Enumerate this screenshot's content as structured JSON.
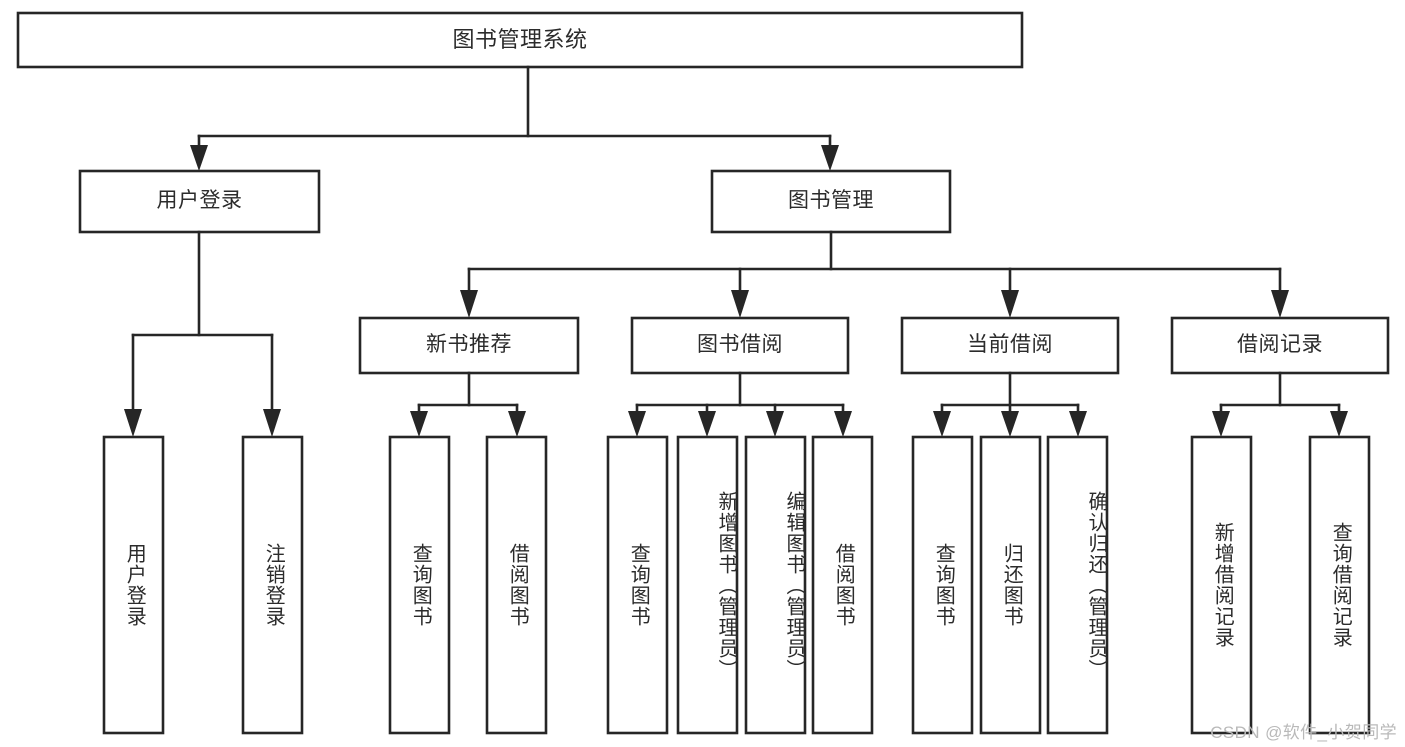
{
  "diagram": {
    "type": "tree",
    "title": "图书管理系统",
    "watermark": "CSDN @软件_小贺同学",
    "colors": {
      "stroke": "#262626",
      "fill": "#ffffff",
      "text": "#2b2b2b",
      "watermark": "#b9b9b9"
    },
    "levels": {
      "root": {
        "label": "图书管理系统"
      },
      "level2": [
        {
          "label": "用户登录"
        },
        {
          "label": "图书管理"
        }
      ],
      "level3": [
        {
          "label": "新书推荐"
        },
        {
          "label": "图书借阅"
        },
        {
          "label": "当前借阅"
        },
        {
          "label": "借阅记录"
        }
      ],
      "leaves": {
        "user_login": [
          {
            "label": "用户登录"
          },
          {
            "label": "注销登录"
          }
        ],
        "new_book": [
          {
            "label": "查询图书"
          },
          {
            "label": "借阅图书"
          }
        ],
        "book_borrow": [
          {
            "label": "查询图书"
          },
          {
            "label": "新增图书（管理员）"
          },
          {
            "label": "编辑图书（管理员）"
          },
          {
            "label": "借阅图书"
          }
        ],
        "current_borrow": [
          {
            "label": "查询图书"
          },
          {
            "label": "归还图书"
          },
          {
            "label": "确认归还（管理员）"
          }
        ],
        "borrow_record": [
          {
            "label": "新增借阅记录"
          },
          {
            "label": "查询借阅记录"
          }
        ]
      }
    }
  }
}
